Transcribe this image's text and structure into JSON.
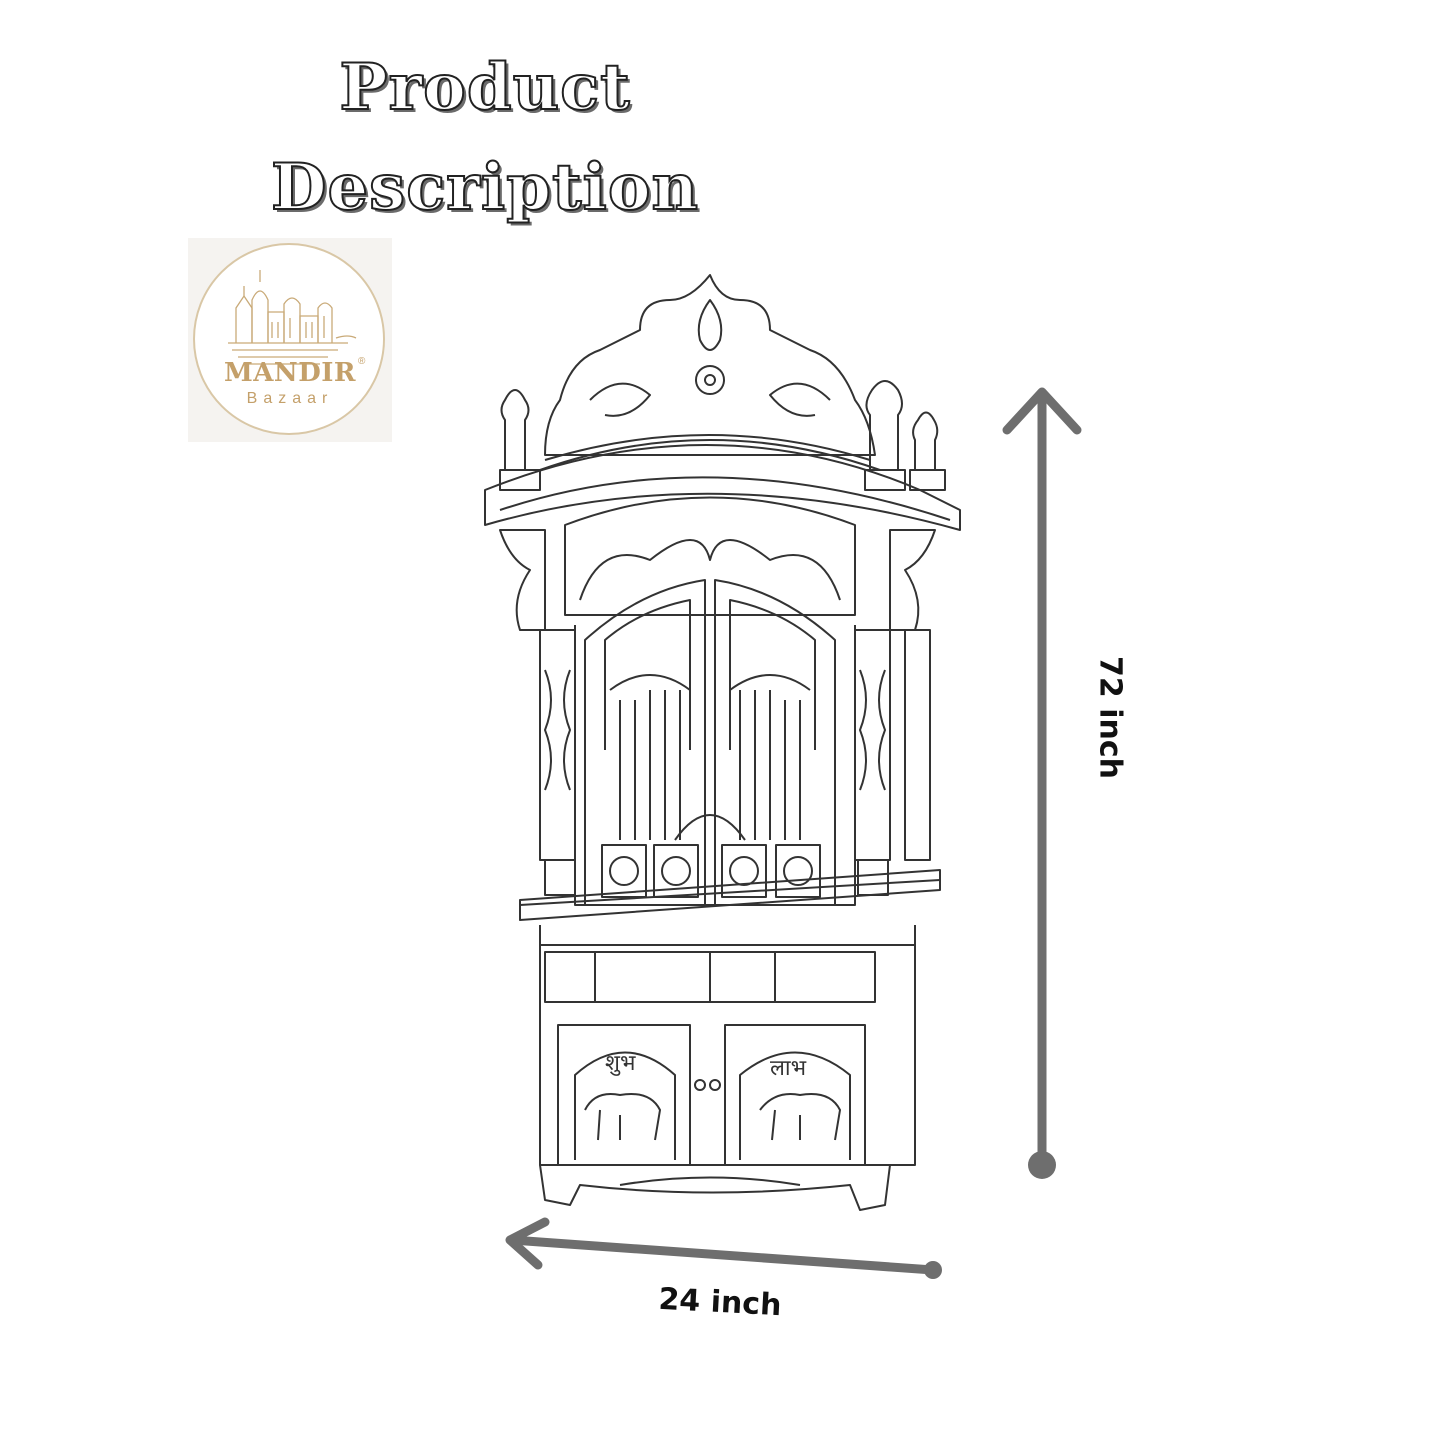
{
  "title": {
    "line1": "Product",
    "line2": "Description"
  },
  "logo": {
    "brand": "MANDIR",
    "registered": "®",
    "sub": "Bazaar",
    "color": "#c4a06a"
  },
  "dimensions": {
    "height_label": "72 inch",
    "width_label": "24 inch",
    "arrow_color": "#6e6e6e"
  },
  "product": {
    "door_text_left": "शुभ",
    "door_text_right": "लाभ"
  }
}
